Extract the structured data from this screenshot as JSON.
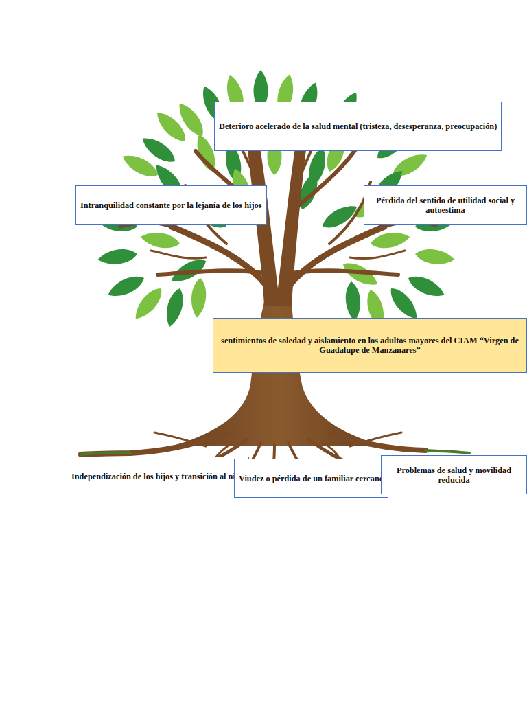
{
  "diagram": {
    "nodes": [
      {
        "text": [
          "Deterioro acelerado de la salud mental (tristeza, desesperanza, preocupación)"
        ]
      },
      {
        "text": [
          "Intranquilidad constante por la lejanía de los hijos"
        ]
      },
      {
        "text": [
          "Pérdida del sentido de utilidad social y autoestima"
        ]
      },
      {
        "text": [
          "sentimientos de soledad y aislamiento en los adultos mayores del CIAM “Virgen de Guadalupe de Manzanares”"
        ]
      },
      {
        "text": [
          "Independización de los hijos y transición al nido"
        ]
      },
      {
        "text": [
          "Viudez o pérdida de un familiar cercano"
        ]
      },
      {
        "text": [
          "Problemas de salud y movilidad reducida"
        ]
      }
    ]
  }
}
